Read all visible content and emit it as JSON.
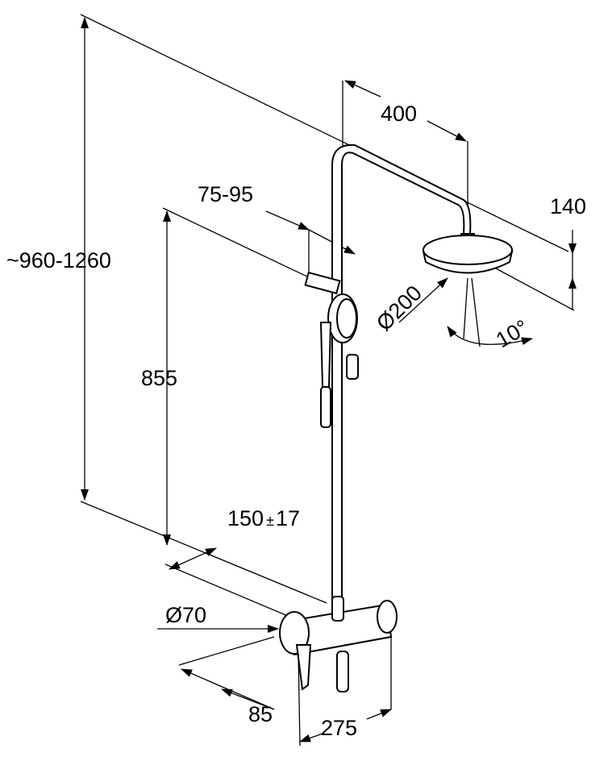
{
  "diagram": {
    "title": "Shower system dimension drawing",
    "labels": {
      "arm_reach": "400",
      "slider_offset": "75-95",
      "head_drop": "140",
      "total_height": "~960-1260",
      "head_diameter": "Ø200",
      "head_tilt": "10°",
      "slider_height": "855",
      "inlet_spacing": "150",
      "inlet_tolerance_sign": "±",
      "inlet_tolerance": "17",
      "rosette_diameter": "Ø70",
      "wall_projection": "85",
      "mixer_width": "275"
    }
  }
}
